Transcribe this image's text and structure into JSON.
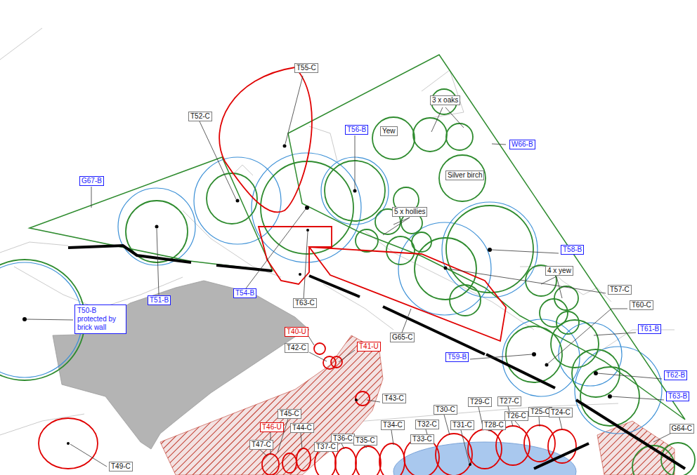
{
  "diagram": {
    "nodes": [
      {
        "text": [
          "T55-C"
        ]
      },
      {
        "text": [
          "T52-C"
        ]
      },
      {
        "text": [
          "3 x oaks"
        ]
      },
      {
        "text": [
          "T56-B"
        ]
      },
      {
        "text": [
          "Yew"
        ]
      },
      {
        "text": [
          "W66-B"
        ]
      },
      {
        "text": [
          "Silver birch"
        ]
      },
      {
        "text": [
          "G67-B"
        ]
      },
      {
        "text": [
          "5 x hollies"
        ]
      },
      {
        "text": [
          "T58-B"
        ]
      },
      {
        "text": [
          "4 x yew"
        ]
      },
      {
        "text": [
          "T57-C"
        ]
      },
      {
        "text": [
          "T54-B"
        ]
      },
      {
        "text": [
          "T51-B"
        ]
      },
      {
        "text": [
          "T63-C"
        ]
      },
      {
        "text": [
          "T60-C"
        ]
      },
      {
        "text": [
          "T50-B protected by brick wall"
        ]
      },
      {
        "text": [
          "T61-B"
        ]
      },
      {
        "text": [
          "G65-C"
        ]
      },
      {
        "text": [
          "T40-U"
        ]
      },
      {
        "text": [
          "T42-C"
        ]
      },
      {
        "text": [
          "T41-U"
        ]
      },
      {
        "text": [
          "T59-B"
        ]
      },
      {
        "text": [
          "T62-B"
        ]
      },
      {
        "text": [
          "T63-B"
        ]
      },
      {
        "text": [
          "T43-C"
        ]
      },
      {
        "text": [
          "T30-C"
        ]
      },
      {
        "text": [
          "T29-C"
        ]
      },
      {
        "text": [
          "T27-C"
        ]
      },
      {
        "text": [
          "T25-C"
        ]
      },
      {
        "text": [
          "T24-C"
        ]
      },
      {
        "text": [
          "T26-C"
        ]
      },
      {
        "text": [
          "T45-C"
        ]
      },
      {
        "text": [
          "T34-C"
        ]
      },
      {
        "text": [
          "T32-C"
        ]
      },
      {
        "text": [
          "T31-C"
        ]
      },
      {
        "text": [
          "T28-C"
        ]
      },
      {
        "text": [
          "G64-C"
        ]
      },
      {
        "text": [
          "T46-U"
        ]
      },
      {
        "text": [
          "T44-C"
        ]
      },
      {
        "text": [
          "T36-C"
        ]
      },
      {
        "text": [
          "T33-C"
        ]
      },
      {
        "text": [
          "T35-C"
        ]
      },
      {
        "text": [
          "T47-C"
        ]
      },
      {
        "text": [
          "T37-C"
        ]
      },
      {
        "text": [
          "T49-C"
        ]
      }
    ]
  }
}
